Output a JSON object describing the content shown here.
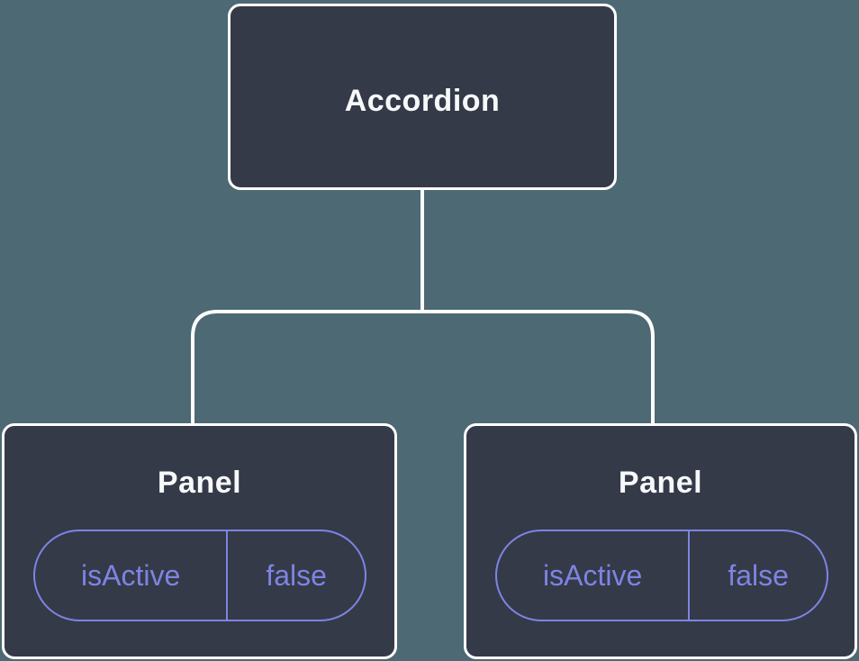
{
  "diagram": {
    "root": {
      "label": "Accordion"
    },
    "children": [
      {
        "label": "Panel",
        "state": {
          "name": "isActive",
          "value": "false"
        }
      },
      {
        "label": "Panel",
        "state": {
          "name": "isActive",
          "value": "false"
        }
      }
    ]
  },
  "colors": {
    "background": "#4d6973",
    "node_fill": "#343a48",
    "node_border": "#ffffff",
    "connector": "#ffffff",
    "accent": "#7e84e2",
    "node_text": "#f7f8fa"
  }
}
